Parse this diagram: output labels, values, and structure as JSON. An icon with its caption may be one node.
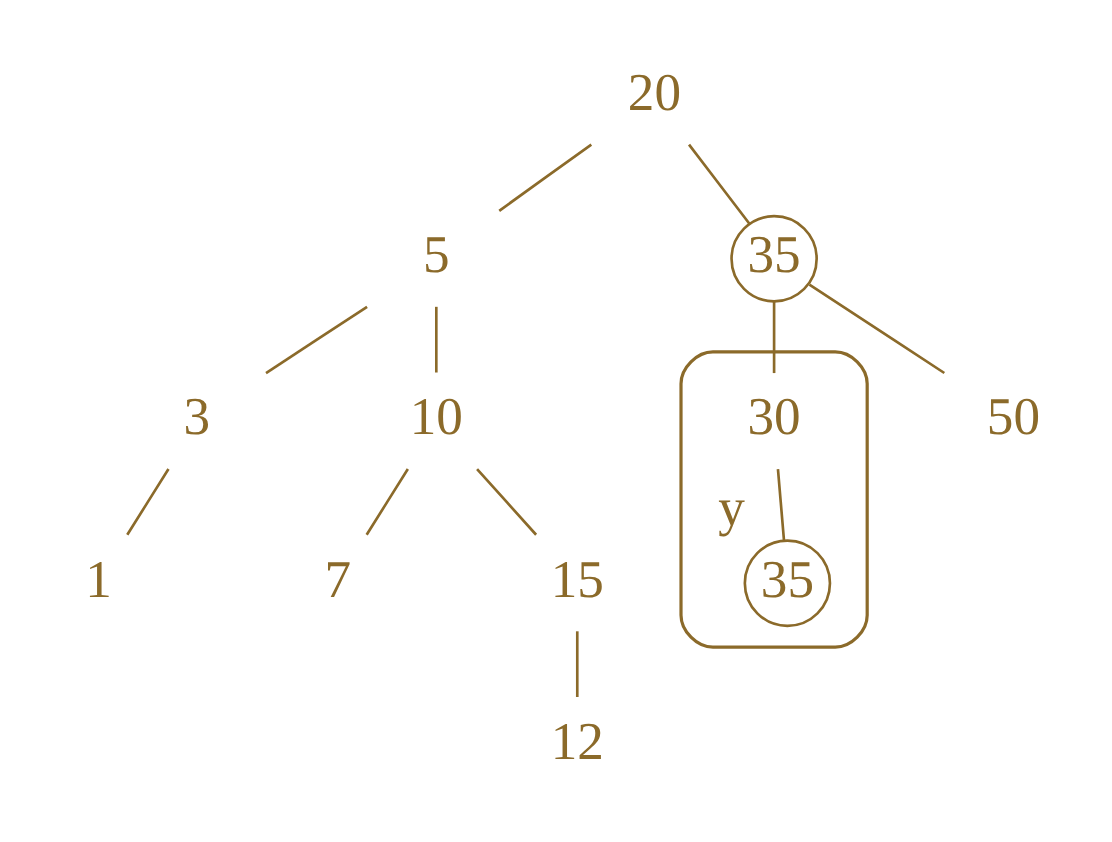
{
  "diagram": {
    "nodes": [
      {
        "text": [
          "20"
        ]
      },
      {
        "text": [
          "5"
        ]
      },
      {
        "text": [
          "35"
        ]
      },
      {
        "text": [
          "3"
        ]
      },
      {
        "text": [
          "10"
        ]
      },
      {
        "text": [],
        "shape": "ellipse"
      },
      {
        "text": [
          "30"
        ],
        "in": 5
      },
      {
        "text": [
          "50"
        ]
      },
      {
        "text": [
          "1"
        ]
      },
      {
        "text": [
          "7"
        ]
      },
      {
        "text": [
          "15"
        ]
      },
      {
        "text": [
          "35"
        ],
        "in": 5,
        "beside": [
          "y"
        ]
      },
      {
        "text": [
          "12"
        ]
      }
    ],
    "edges": [
      {
        "from": 0,
        "to": 1,
        "arrow": "none"
      },
      {
        "from": 0,
        "to": 2,
        "arrow": "none"
      },
      {
        "from": 1,
        "to": 3,
        "arrow": "none"
      },
      {
        "from": 1,
        "to": 4,
        "arrow": "none"
      },
      {
        "from": 2,
        "to": 6,
        "arrow": "none"
      },
      {
        "from": 2,
        "to": 7,
        "arrow": "none"
      },
      {
        "from": 3,
        "to": 8,
        "arrow": "none"
      },
      {
        "from": 4,
        "to": 9,
        "arrow": "none"
      },
      {
        "from": 4,
        "to": 10,
        "arrow": "none"
      },
      {
        "from": 6,
        "to": 11,
        "arrow": "none"
      },
      {
        "from": 10,
        "to": 12,
        "arrow": "none"
      }
    ]
  }
}
